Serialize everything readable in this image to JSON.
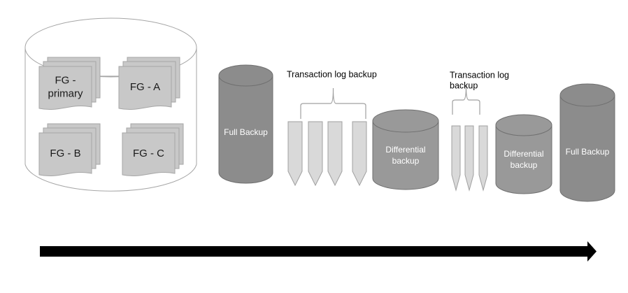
{
  "diagram": {
    "title": "SQL Server backup timeline",
    "database": {
      "filegroups": [
        {
          "id": "primary",
          "label_lines": [
            "FG -",
            "primary"
          ]
        },
        {
          "id": "a",
          "label_lines": [
            "FG - A"
          ]
        },
        {
          "id": "b",
          "label_lines": [
            "FG - B"
          ]
        },
        {
          "id": "c",
          "label_lines": [
            "FG - C"
          ]
        }
      ]
    },
    "sequence": [
      {
        "type": "full",
        "label_lines": [
          "Full Backup"
        ]
      },
      {
        "type": "log-group",
        "caption_lines": [
          "Transaction log backup"
        ],
        "count": 4
      },
      {
        "type": "differential",
        "label_lines": [
          "Differential",
          "backup"
        ]
      },
      {
        "type": "log-group",
        "caption_lines": [
          "Transaction log",
          "backup"
        ],
        "count": 3
      },
      {
        "type": "differential",
        "label_lines": [
          "Differential",
          "backup"
        ]
      },
      {
        "type": "full",
        "label_lines": [
          "Full Backup"
        ]
      }
    ],
    "timeline_arrow": "time-arrow",
    "colors": {
      "full_backup": "#8c8c8c",
      "differential": "#999999",
      "log_backup": "#d9d9d9",
      "filegroup_doc": "#c8c8c8",
      "outline": "#7f7f7f",
      "arrow": "#000000"
    }
  }
}
